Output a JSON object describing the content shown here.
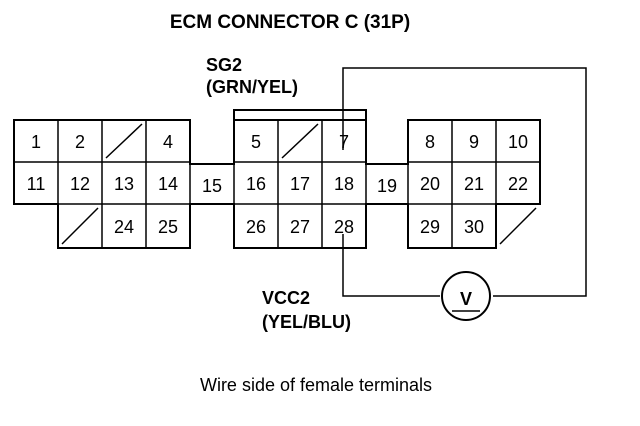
{
  "title": "ECM CONNECTOR C (31P)",
  "caption": "Wire side of female terminals",
  "labels": {
    "sg2_name": "SG2",
    "sg2_color": "(GRN/YEL)",
    "vcc2_name": "VCC2",
    "vcc2_color": "(YEL/BLU)"
  },
  "meter": {
    "symbol": "V"
  },
  "terminals": {
    "block1": [
      [
        "1",
        "2",
        "/",
        "4"
      ],
      [
        "11",
        "12",
        "13",
        "14"
      ],
      [
        "",
        "/",
        "24",
        "25"
      ]
    ],
    "bridge1": "15",
    "block2": [
      [
        "5",
        "/",
        "7"
      ],
      [
        "16",
        "17",
        "18"
      ],
      [
        "26",
        "27",
        "28"
      ]
    ],
    "bridge2": "19",
    "block3": [
      [
        "8",
        "9",
        "10"
      ],
      [
        "20",
        "21",
        "22"
      ],
      [
        "29",
        "30",
        "/"
      ]
    ]
  }
}
